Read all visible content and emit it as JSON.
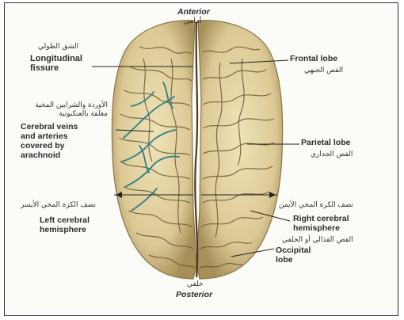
{
  "orientation": {
    "top": "Anterior",
    "top_ar": "أمامي",
    "bottom": "Posterior",
    "bottom_ar": "خلفي"
  },
  "labels": {
    "longitudinal_fissure": {
      "ar": "الشق الطولي",
      "en": "Longitudinal\nfissure"
    },
    "cerebral_veins": {
      "ar": "الأوردة والشرايين المخية\nمغلفة بالعنكبوتية",
      "en": "Cerebral veins\nand arteries\ncovered by\narachnoid"
    },
    "left_hemisphere": {
      "ar": "نصف الكرة المخي الأيسر",
      "en": "Left cerebral\nhemisphere"
    },
    "frontal_lobe": {
      "en": "Frontal lobe",
      "ar": "الفص الجبهي"
    },
    "parietal_lobe": {
      "en": "Parietal lobe",
      "ar": "الفص الجداري"
    },
    "right_hemisphere": {
      "ar": "نصف الكرة المخي الأيمن",
      "en": "Right cerebral\nhemisphere"
    },
    "occipital_lobe": {
      "ar": "الفص القذالي أو الخلفي",
      "en": "Occipital\nlobe"
    }
  },
  "colors": {
    "brain_fill": "#e7d8a8",
    "brain_shadow": "#a9935c",
    "sulcus": "#6b5632",
    "vein": "#2f7f86",
    "leader": "#222222"
  }
}
